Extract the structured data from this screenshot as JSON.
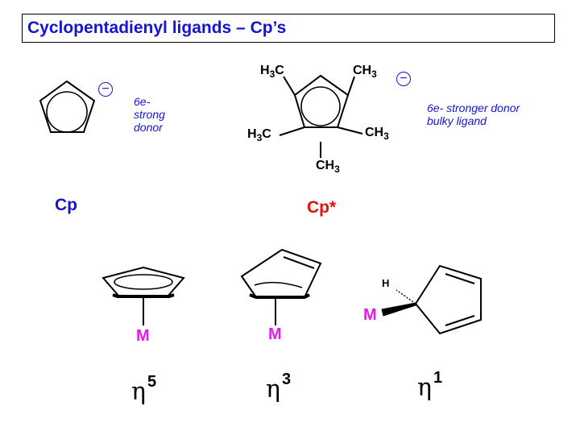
{
  "title": "Cyclopentadienyl ligands – Cp’s",
  "cp": {
    "label": "Cp",
    "charge": "−",
    "note_lines": [
      "6e-",
      "strong",
      "donor"
    ]
  },
  "cpstar": {
    "label": "Cp*",
    "charge": "−",
    "note_lines": [
      "6e- stronger donor",
      "bulky ligand"
    ],
    "methyl": "CH",
    "methyl_left": "H",
    "methyl_left_c": "C",
    "subscript": "3"
  },
  "hapticity": {
    "symbol": "η",
    "metal": "M",
    "h_label": "H",
    "items": [
      {
        "superscript": "5"
      },
      {
        "superscript": "3"
      },
      {
        "superscript": "1"
      }
    ]
  },
  "colors": {
    "title": "#1414d2",
    "cp_label": "#1414d2",
    "cpstar_label": "#e01010",
    "metal": "#e020e0"
  }
}
